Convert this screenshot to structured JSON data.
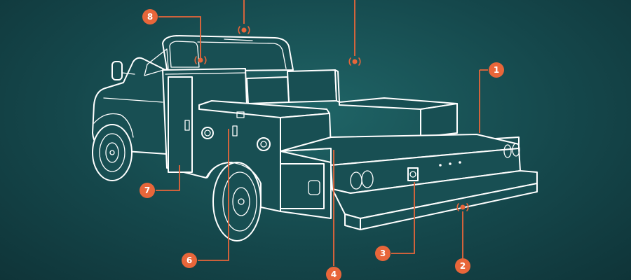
{
  "colors": {
    "background_center": "#1f6466",
    "background_edge": "#0f3438",
    "outline": "#ffffff",
    "accent": "#e8663a"
  },
  "callouts": [
    {
      "number": "1",
      "part": "service-bed-deck"
    },
    {
      "number": "2",
      "part": "under-bed-point"
    },
    {
      "number": "3",
      "part": "rear-light-socket"
    },
    {
      "number": "4",
      "part": "bed-floor"
    },
    {
      "number": "6",
      "part": "side-compartment"
    },
    {
      "number": "7",
      "part": "vertical-compartment-door"
    },
    {
      "number": "8",
      "part": "cab-roof-point"
    }
  ]
}
